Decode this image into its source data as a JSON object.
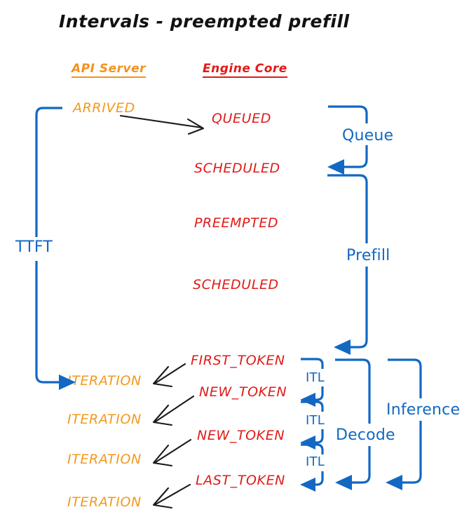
{
  "diagram": {
    "title": "Intervals - preempted prefill",
    "colors": {
      "api_server": "#F2921E",
      "engine_core": "#E01B18",
      "interval": "#1268C3",
      "arrow": "#1a1a1a",
      "background": "#ffffff"
    },
    "columns": [
      {
        "id": "api-server",
        "label": "API Server",
        "color": "#F2921E"
      },
      {
        "id": "engine-core",
        "label": "Engine Core",
        "color": "#E01B18"
      }
    ],
    "api_server_events": [
      {
        "id": "arrived",
        "label": "ARRIVED"
      },
      {
        "id": "iteration-1",
        "label": "ITERATION"
      },
      {
        "id": "iteration-2",
        "label": "ITERATION"
      },
      {
        "id": "iteration-3",
        "label": "ITERATION"
      },
      {
        "id": "iteration-4",
        "label": "ITERATION"
      }
    ],
    "engine_core_events": [
      {
        "id": "queued",
        "label": "QUEUED"
      },
      {
        "id": "scheduled-1",
        "label": "SCHEDULED"
      },
      {
        "id": "preempted",
        "label": "PREEMPTED"
      },
      {
        "id": "scheduled-2",
        "label": "SCHEDULED"
      },
      {
        "id": "first-token",
        "label": "FIRST_TOKEN"
      },
      {
        "id": "new-token-1",
        "label": "NEW_TOKEN"
      },
      {
        "id": "new-token-2",
        "label": "NEW_TOKEN"
      },
      {
        "id": "last-token",
        "label": "LAST_TOKEN"
      }
    ],
    "intervals": [
      {
        "id": "ttft",
        "label": "TTFT"
      },
      {
        "id": "queue",
        "label": "Queue"
      },
      {
        "id": "prefill",
        "label": "Prefill"
      },
      {
        "id": "itl-1",
        "label": "ITL"
      },
      {
        "id": "itl-2",
        "label": "ITL"
      },
      {
        "id": "itl-3",
        "label": "ITL"
      },
      {
        "id": "decode",
        "label": "Decode"
      },
      {
        "id": "inference",
        "label": "Inference"
      }
    ]
  }
}
